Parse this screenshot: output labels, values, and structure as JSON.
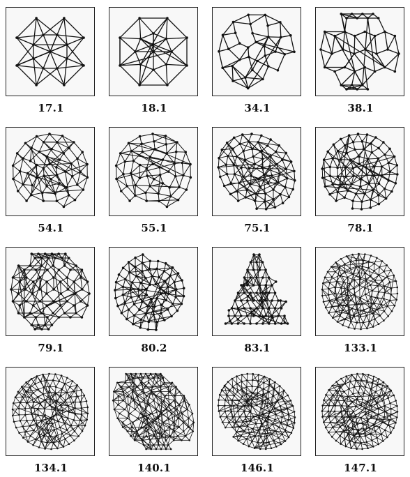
{
  "graphs": [
    {
      "label": "17.1",
      "nodes": 17,
      "pattern": "octagon-cross"
    },
    {
      "label": "18.1",
      "nodes": 18,
      "pattern": "octagon-star"
    },
    {
      "label": "34.1",
      "nodes": 34,
      "pattern": "dense-round"
    },
    {
      "label": "38.1",
      "nodes": 38,
      "pattern": "banded"
    },
    {
      "label": "54.1",
      "nodes": 54,
      "pattern": "dense-round"
    },
    {
      "label": "55.1",
      "nodes": 55,
      "pattern": "dense-round"
    },
    {
      "label": "75.1",
      "nodes": 75,
      "pattern": "skewed"
    },
    {
      "label": "78.1",
      "nodes": 78,
      "pattern": "dense-round"
    },
    {
      "label": "79.1",
      "nodes": 79,
      "pattern": "banded"
    },
    {
      "label": "80.2",
      "nodes": 80,
      "pattern": "diamond"
    },
    {
      "label": "83.1",
      "nodes": 83,
      "pattern": "triangle"
    },
    {
      "label": "133.1",
      "nodes": 133,
      "pattern": "dense-round"
    },
    {
      "label": "134.1",
      "nodes": 134,
      "pattern": "dense-round"
    },
    {
      "label": "140.1",
      "nodes": 140,
      "pattern": "banded-tilt"
    },
    {
      "label": "146.1",
      "nodes": 146,
      "pattern": "skewed"
    },
    {
      "label": "147.1",
      "nodes": 147,
      "pattern": "dense-round"
    }
  ],
  "colors": {
    "edge": "#111111",
    "node": "#111111",
    "frame_bg": "#f8f8f8"
  }
}
